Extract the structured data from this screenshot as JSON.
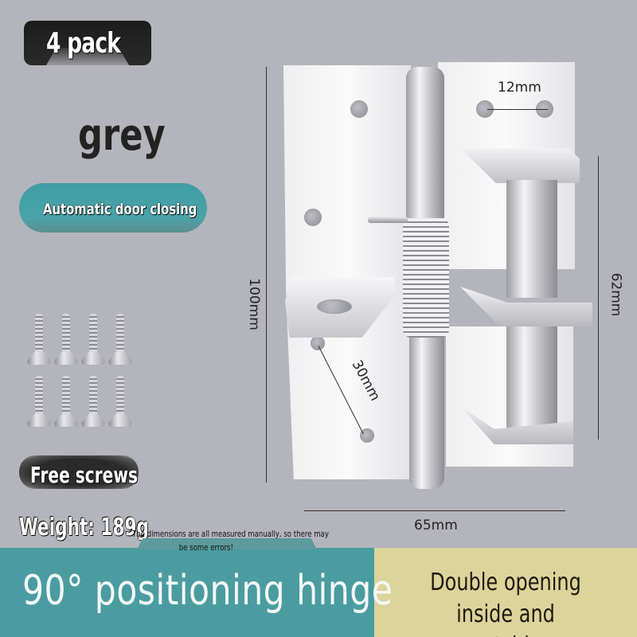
{
  "pack_badge": {
    "label": "4 pack"
  },
  "color_label": {
    "text": "grey"
  },
  "feature_pill": {
    "label": "Automatic door closing"
  },
  "screws": {
    "count": 8,
    "badge_label": "Free screws"
  },
  "weight": {
    "label": "Weight: 189g"
  },
  "disclaimer": {
    "line1": "The dimensions are all measured manually, so there may",
    "line2": "be some errors!"
  },
  "dimensions": {
    "hole_spacing": "12mm",
    "height": "100mm",
    "width": "65mm",
    "leaf_height": "62mm",
    "diagonal": "30mm"
  },
  "banner": {
    "main": "90° positioning hinge",
    "side_line1": "Double opening inside and",
    "side_line2": "outside",
    "colors": {
      "left_bg": "#4a9ca0",
      "right_bg": "#dcd49a",
      "page_bg": "#b4b4bc"
    }
  }
}
